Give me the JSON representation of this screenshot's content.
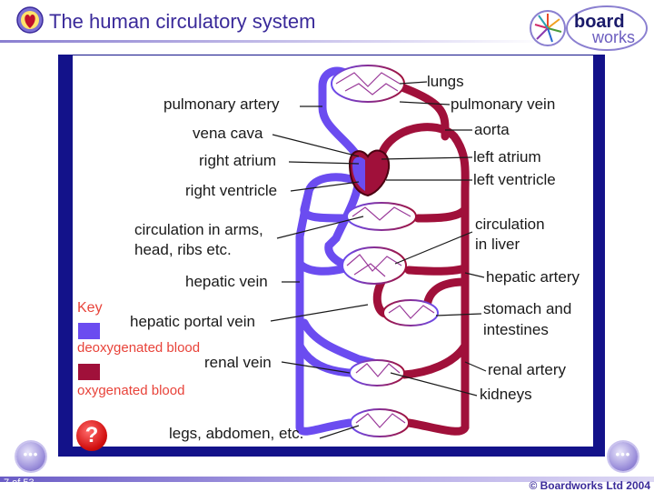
{
  "header": {
    "title": "The human circulatory system",
    "logo_text_top": "board",
    "logo_text_bottom": "works"
  },
  "diagram": {
    "labels": {
      "lungs": "lungs",
      "pulmonary_artery": "pulmonary artery",
      "pulmonary_vein": "pulmonary vein",
      "vena_cava": "vena cava",
      "aorta": "aorta",
      "right_atrium": "right atrium",
      "left_atrium": "left atrium",
      "right_ventricle": "right ventricle",
      "left_ventricle": "left ventricle",
      "circulation_arms_1": "circulation in arms,",
      "circulation_arms_2": "head, ribs etc.",
      "circulation_liver_1": "circulation",
      "circulation_liver_2": "in liver",
      "hepatic_vein": "hepatic vein",
      "hepatic_artery": "hepatic artery",
      "hepatic_portal_vein": "hepatic portal vein",
      "stomach_1": "stomach and",
      "stomach_2": "intestines",
      "renal_vein": "renal vein",
      "renal_artery": "renal artery",
      "kidneys": "kidneys",
      "legs": "legs, abdomen, etc."
    },
    "key": {
      "title": "Key",
      "deoxygenated": "deoxygenated blood",
      "oxygenated": "oxygenated blood"
    },
    "colors": {
      "deoxygenated": "#6b4cf0",
      "oxygenated": "#a0103a",
      "panel_border": "#13128a",
      "label_key": "#e8433a"
    }
  },
  "controls": {
    "help_label": "?",
    "prev_label": "•••",
    "next_label": "•••"
  },
  "footer": {
    "slide_number": "7 of 53",
    "copyright": "© Boardworks Ltd 2004"
  }
}
